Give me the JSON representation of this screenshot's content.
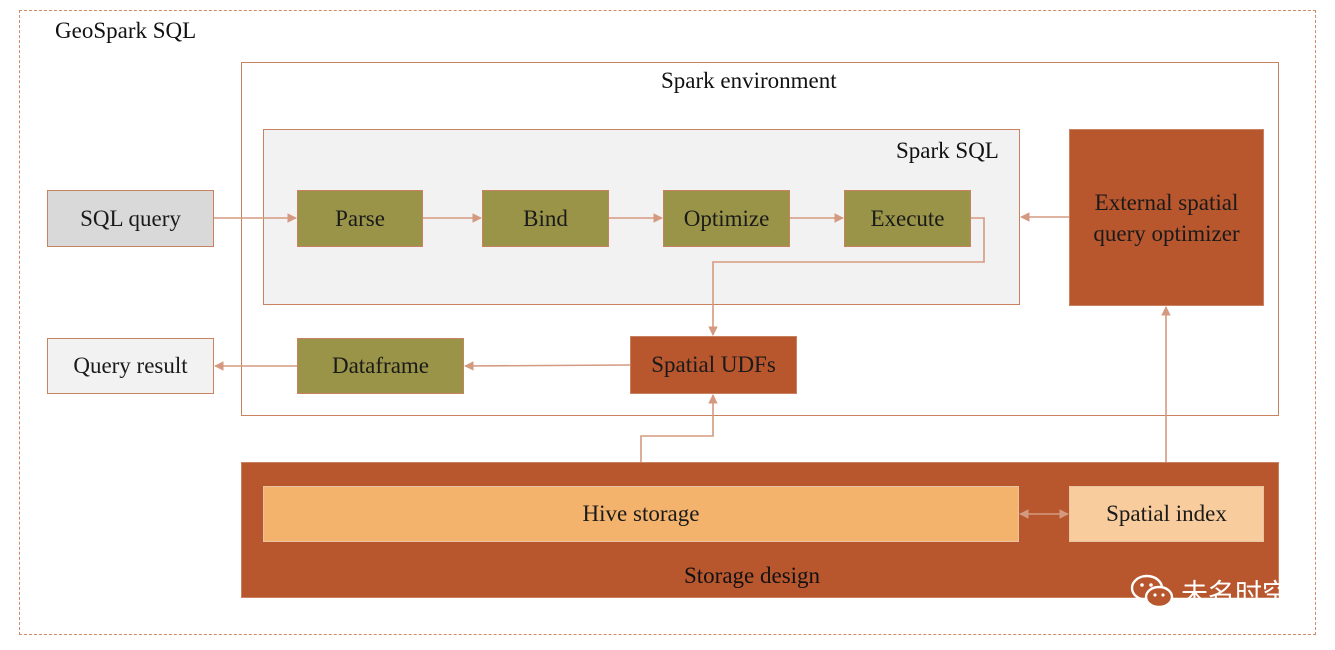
{
  "title": "GeoSpark SQL",
  "spark_environment": {
    "label": "Spark environment"
  },
  "spark_sql": {
    "label": "Spark SQL",
    "steps": [
      "Parse",
      "Bind",
      "Optimize",
      "Execute"
    ]
  },
  "inputs": {
    "sql_query": "SQL query"
  },
  "outputs": {
    "query_result": "Query result",
    "dataframe": "Dataframe"
  },
  "spatial_udfs": "Spatial UDFs",
  "optimizer": {
    "line1": "External spatial",
    "line2": "query optimizer"
  },
  "storage": {
    "label": "Storage design",
    "hive": "Hive storage",
    "index": "Spatial index"
  },
  "watermark": "未名时空",
  "colors": {
    "olive": "#9a9448",
    "rust": "#b8562e",
    "arrow": "#d49a80",
    "hive": "#f4b36c",
    "index": "#f8cc9c"
  }
}
